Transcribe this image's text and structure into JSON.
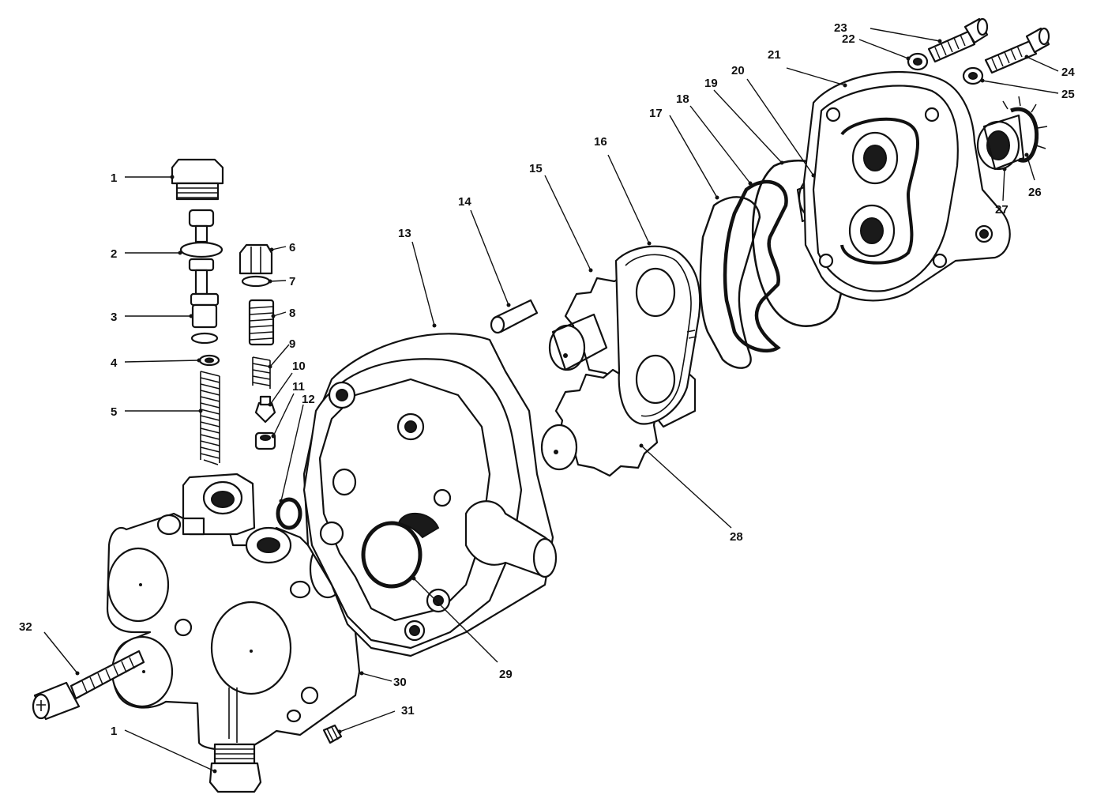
{
  "callouts": [
    "1",
    "2",
    "3",
    "4",
    "5",
    "6",
    "7",
    "8",
    "9",
    "10",
    "11",
    "12",
    "13",
    "14",
    "15",
    "16",
    "17",
    "18",
    "19",
    "20",
    "21",
    "22",
    "23",
    "24",
    "25",
    "26",
    "27",
    "28",
    "29",
    "30",
    "31",
    "32",
    "1"
  ],
  "colors": {
    "ink": "#111111",
    "background": "#ffffff"
  }
}
